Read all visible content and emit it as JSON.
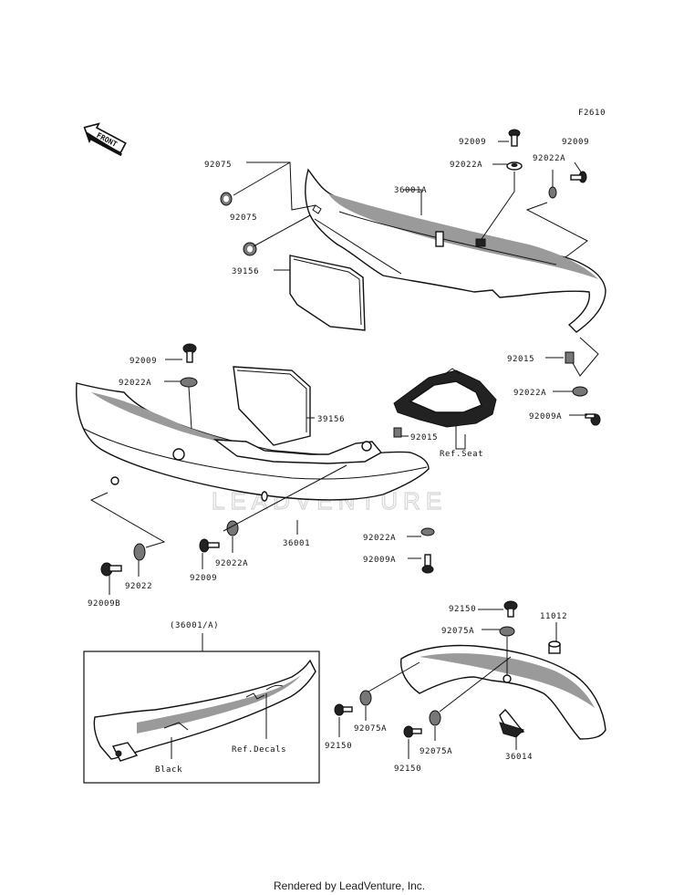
{
  "figure_code": "F2610",
  "front_arrow_label": "FRONT",
  "footer": "Rendered by LeadVenture, Inc.",
  "watermark": "LEADVENTURE",
  "inset_title": "(36001/A)",
  "labels": {
    "p92075_top": "92075",
    "p92075_mid": "92075",
    "p39156_top": "39156",
    "p36001A": "36001A",
    "p92009_top": "92009",
    "p92022A_top": "92022A",
    "p92022A_right": "92022A",
    "p92009_right": "92009",
    "p92015_right": "92015",
    "p92022A_right2": "92022A",
    "p92009A_right": "92009A",
    "p92009_left": "92009",
    "p92022A_left": "92022A",
    "p39156_mid": "39156",
    "p92015_mid": "92015",
    "ref_seat": "Ref.Seat",
    "p36001": "36001",
    "p92022A_bot": "92022A",
    "p92009A_bot": "92009A",
    "p92009B": "92009B",
    "p92022": "92022",
    "p92009_bot": "92009",
    "p92022A_bot2": "92022A",
    "p92150_top": "92150",
    "p92075A_top": "92075A",
    "p11012": "11012",
    "p92075A_a": "92075A",
    "p92150_a": "92150",
    "p92075A_b": "92075A",
    "p92150_b": "92150",
    "p36014": "36014",
    "ref_decals": "Ref.Decals",
    "black": "Black"
  }
}
